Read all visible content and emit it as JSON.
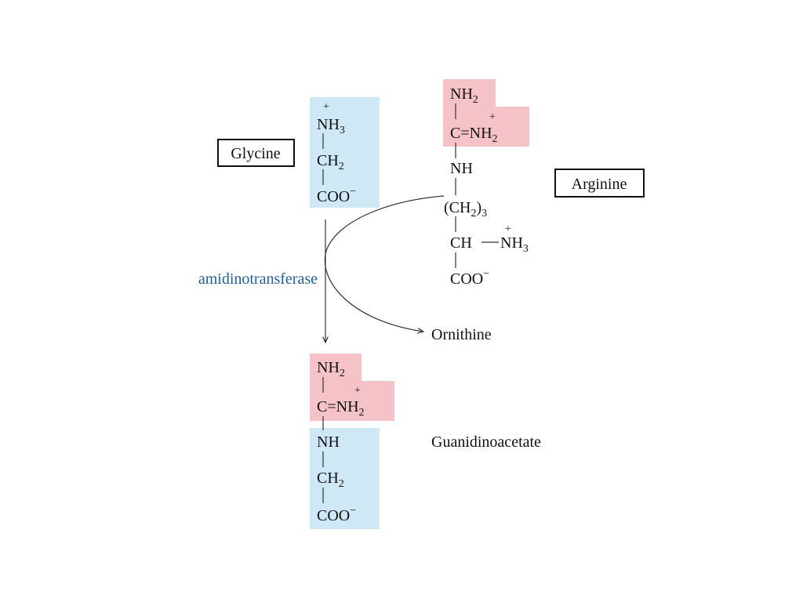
{
  "labels": {
    "glycine": "Glycine",
    "arginine": "Arginine",
    "enzyme": "amidinotransferase",
    "ornithine": "Ornithine",
    "guanidinoacetate": "Guanidinoacetate"
  },
  "atoms": {
    "N": "N",
    "H": "H",
    "C": "C",
    "O": "O",
    "plus": "+",
    "minus": "−",
    "sub2": "2",
    "sub3": "3",
    "NH": "NH",
    "CH": "CH",
    "COO": "COO",
    "eq": "=",
    "dash": "—",
    "lparen": "(",
    "rparen": ")"
  },
  "colors": {
    "amidino_highlight": "#f4c2c7",
    "glycine_highlight": "#cfe8f6",
    "enzyme_text": "#1f5f9a"
  }
}
